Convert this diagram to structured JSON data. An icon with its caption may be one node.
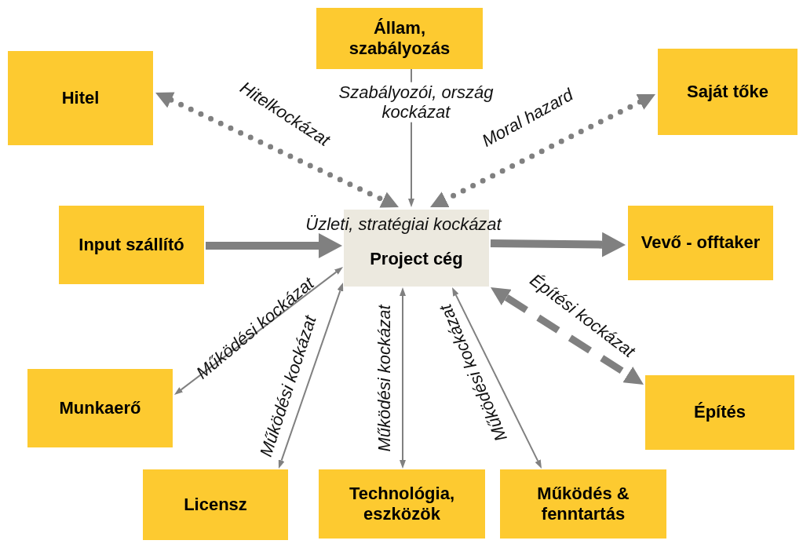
{
  "diagram": {
    "nodes": [
      {
        "text": [
          "Hitel"
        ]
      },
      {
        "text": [
          "Állam, szabályozás"
        ]
      },
      {
        "text": [
          "Saját tőke"
        ]
      },
      {
        "text": [
          "Input szállító"
        ]
      },
      {
        "text": [
          "Project cég"
        ]
      },
      {
        "text": [
          "Vevő - offtaker"
        ]
      },
      {
        "text": [
          "Munkaerő"
        ]
      },
      {
        "text": [
          "Építés"
        ]
      },
      {
        "text": [
          "Licensz"
        ]
      },
      {
        "text": [
          "Technológia, eszközök"
        ]
      },
      {
        "text": [
          "Működés & fenntartás"
        ]
      }
    ],
    "edges": [
      {
        "from": 0,
        "to": 4,
        "arrow": "both",
        "style": "dashed",
        "label": "Hitelkockázat"
      },
      {
        "from": 1,
        "to": 4,
        "arrow": "to",
        "label": "Szabályozói, ország kockázat"
      },
      {
        "from": 2,
        "to": 4,
        "arrow": "both",
        "style": "dashed",
        "label": "Moral hazard"
      },
      {
        "from": 3,
        "to": 4,
        "arrow": "to",
        "style": "thick"
      },
      {
        "from": 4,
        "to": 5,
        "arrow": "to",
        "style": "thick"
      },
      {
        "from": 4,
        "to": 6,
        "arrow": "both",
        "label": "Működési kockázat"
      },
      {
        "from": 4,
        "to": 8,
        "arrow": "both",
        "label": "Működési kockázat"
      },
      {
        "from": 4,
        "to": 9,
        "arrow": "both",
        "label": "Működési kockázat"
      },
      {
        "from": 4,
        "to": 10,
        "arrow": "both",
        "label": "Működési kockázat"
      },
      {
        "from": 4,
        "to": 7,
        "arrow": "both",
        "style": "dashed",
        "label": "Építési kockázat"
      }
    ],
    "labels": [
      "Üzleti, stratégiai kockázat"
    ]
  }
}
